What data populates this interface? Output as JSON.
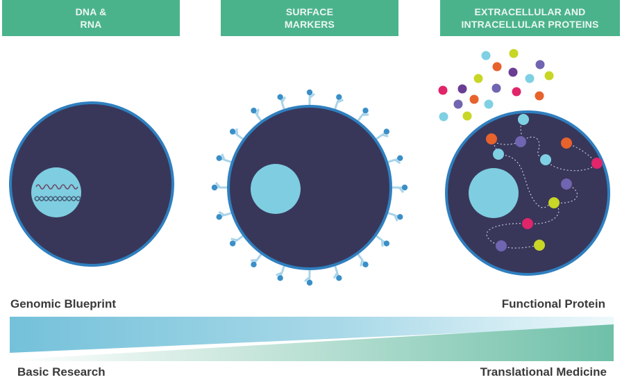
{
  "headers": [
    {
      "line1": "DNA &",
      "line2": "RNA"
    },
    {
      "line1": "SURFACE",
      "line2": "MARKERS"
    },
    {
      "line1": "EXTRACELLULAR AND",
      "line2": "INTRACELLULAR PROTEINS"
    }
  ],
  "cells": [
    {
      "name": "dna-rna-cell",
      "content": [
        "rna-strand",
        "dna-double-helix"
      ]
    },
    {
      "name": "surface-marker-cell",
      "receptor_count": 20
    },
    {
      "name": "protein-cell",
      "content": [
        "intracellular-protein-network",
        "extracellular-protein-dots"
      ]
    }
  ],
  "spectrum": {
    "top_left": "Genomic Blueprint",
    "top_right": "Functional Protein",
    "bottom_left": "Basic Research",
    "bottom_right": "Translational Medicine"
  },
  "colors": {
    "header_green": "#4bb38c",
    "cell_body": "#38375a",
    "cell_border": "#2f7fbf",
    "nucleus": "#7fcde0",
    "receptor": "#3a8fc8",
    "protein_cyan": "#7fd0e3",
    "protein_orange": "#e8622c",
    "protein_magenta": "#e0256a",
    "protein_purple": "#6f65b0",
    "protein_violet": "#6a3d93",
    "protein_lime": "#c8d626",
    "bar_blue": "#7ec6dc",
    "bar_green": "#6fc0a8"
  }
}
